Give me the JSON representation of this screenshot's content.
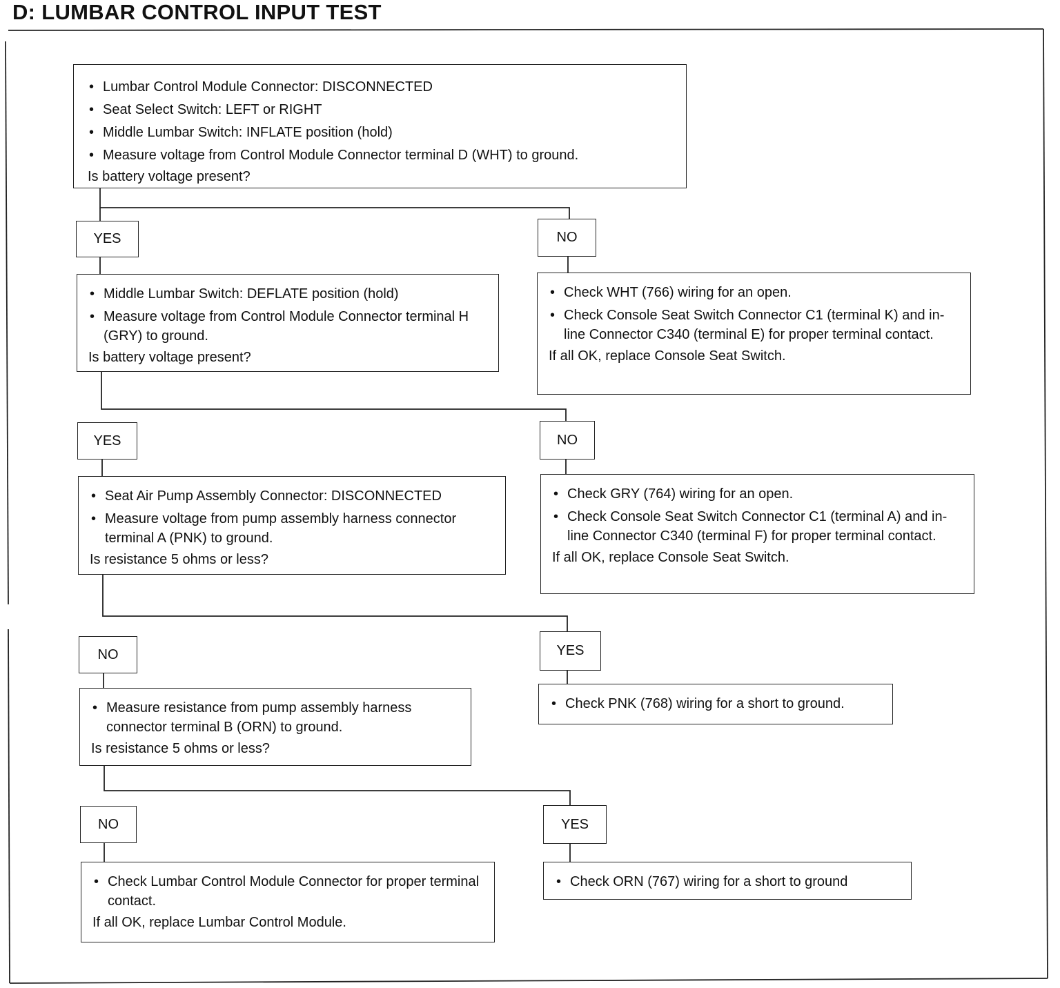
{
  "title": "D: LUMBAR CONTROL INPUT TEST",
  "steps": [
    {
      "bullets": [
        "Lumbar Control Module Connector:  DISCONNECTED",
        "Seat Select Switch:  LEFT or RIGHT",
        "Middle Lumbar Switch:  INFLATE position (hold)",
        "Measure voltage from Control Module Connector terminal D (WHT) to ground."
      ],
      "question": "Is battery voltage present?"
    },
    {
      "bullets": [
        "Middle Lumbar Switch:  DEFLATE position (hold)",
        "Measure voltage from Control Module Connector terminal H (GRY) to ground."
      ],
      "question": "Is battery voltage present?"
    },
    {
      "bullets": [
        "Check WHT (766) wiring for an open.",
        "Check Console Seat Switch Connector C1 (terminal K) and in-line Connector C340 (terminal E) for proper terminal contact."
      ],
      "question": "If all OK, replace Console Seat Switch."
    },
    {
      "bullets": [
        "Seat Air Pump Assembly Connector:  DISCONNECTED",
        "Measure voltage from pump assembly harness connector terminal A (PNK) to ground."
      ],
      "question": "Is resistance 5 ohms or less?"
    },
    {
      "bullets": [
        "Check GRY (764) wiring for an open.",
        "Check Console Seat Switch Connector C1 (terminal A) and in-line Connector C340 (terminal F) for proper terminal contact."
      ],
      "question": "If all OK, replace Console Seat Switch."
    },
    {
      "bullets": [
        "Measure resistance from pump assembly harness connector terminal B (ORN) to ground."
      ],
      "question": "Is resistance 5 ohms or less?"
    },
    {
      "bullets": [
        "Check PNK (768) wiring for a short to ground."
      ],
      "question": ""
    },
    {
      "bullets": [
        "Check Lumbar Control Module Connector for proper terminal contact."
      ],
      "question": "If all OK, replace Lumbar Control Module."
    },
    {
      "bullets": [
        "Check ORN (767) wiring for a short to ground"
      ],
      "question": ""
    }
  ],
  "labels": [
    "YES",
    "NO",
    "YES",
    "NO",
    "NO",
    "YES",
    "NO",
    "YES"
  ]
}
